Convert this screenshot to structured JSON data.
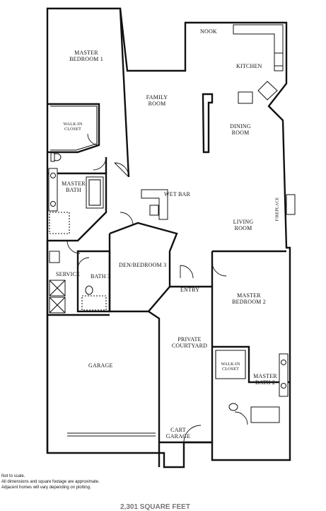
{
  "rooms": {
    "master_bedroom_1": "MASTER BEDROOM 1",
    "walk_in_closet_1": "WALK-IN CLOSET",
    "master_bath_1": "MASTER BATH",
    "family_room": "FAMILY ROOM",
    "nook": "NOOK",
    "kitchen": "KITCHEN",
    "dining_room": "DINING ROOM",
    "wet_bar": "WET BAR",
    "fireplace": "FIREPLACE",
    "living_room": "LIVING ROOM",
    "service": "SERVICE",
    "bath_3": "BATH 3",
    "den_bedroom_3": "DEN/BEDROOM 3",
    "entry": "ENTRY",
    "master_bedroom_2": "MASTER BEDROOM 2",
    "private_courtyard": "PRIVATE COURTYARD",
    "garage": "GARAGE",
    "walk_in_closet_2": "WALK-IN CLOSET",
    "master_bath_2": "MASTER BATH 2",
    "cart_garage": "CART GARAGE"
  },
  "notes": [
    "Not to scale.",
    "All dimensions and square footage are approximate.",
    "Adjacent homes will vary depending on plotting."
  ],
  "footer": "2,301 SQUARE FEET"
}
